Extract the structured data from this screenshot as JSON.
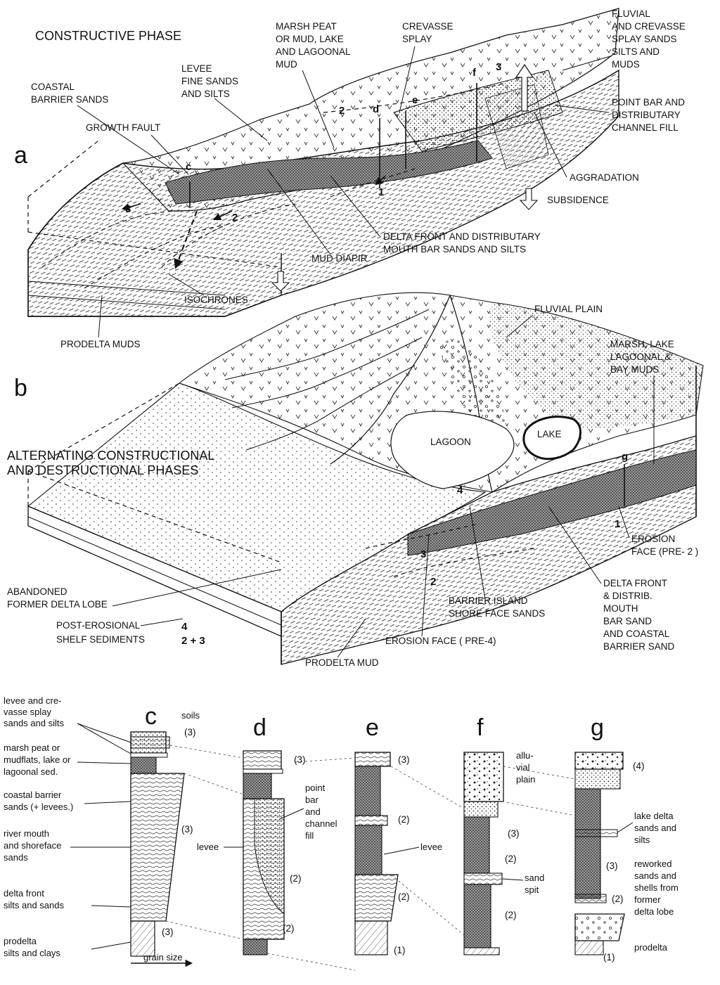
{
  "panel_a": {
    "letter": "a",
    "title": "CONSTRUCTIVE PHASE",
    "labels": {
      "marsh_peat": [
        "MARSH PEAT",
        "OR MUD, LAKE",
        "AND LAGOONAL",
        "MUD"
      ],
      "crevasse_splay": [
        "CREVASSE",
        "SPLAY"
      ],
      "fluvial": [
        "FLUVIAL",
        "AND CREVASSE",
        "SPLAY SANDS",
        "SILTS AND",
        "MUDS"
      ],
      "levee": [
        "LEVEE",
        "FINE SANDS",
        "AND SILTS"
      ],
      "coastal_barrier": [
        "COASTAL",
        "BARRIER SANDS"
      ],
      "growth_fault": "GROWTH FAULT",
      "point_bar": [
        "POINT BAR AND",
        "DISTRIBUTARY",
        "CHANNEL FILL"
      ],
      "aggradation": "AGGRADATION",
      "subsidence": "SUBSIDENCE",
      "delta_front": [
        "DELTA FRONT AND DISTRIBUTARY",
        "MOUTH BAR SANDS AND SILTS"
      ],
      "mud_diapir": "MUD DIAPIR",
      "isochrones": "ISOCHRONES",
      "prodelta": "PRODELTA MUDS"
    },
    "section_letters": [
      "c",
      "d",
      "e",
      "f"
    ],
    "numbers": [
      "1",
      "2",
      "2",
      "3",
      "3"
    ]
  },
  "panel_b": {
    "letter": "b",
    "title": [
      "ALTERNATING CONSTRUCTIONAL",
      "AND DESTRUCTIONAL PHASES"
    ],
    "labels": {
      "fluvial_plain": "FLUVIAL PLAIN",
      "marsh": [
        "MARSH, LAKE",
        "LAGOONAL &",
        "BAY MUDS"
      ],
      "lagoon": "LAGOON",
      "lake": "LAKE",
      "erosion_face_pre2": [
        "EROSION",
        "FACE (PRE- 2 )"
      ],
      "delta_front": [
        "DELTA FRONT",
        "& DISTRIB.",
        "MOUTH",
        "BAR SAND",
        "AND COASTAL",
        "BARRIER SAND"
      ],
      "abandoned": [
        "ABANDONED",
        "FORMER DELTA LOBE"
      ],
      "post_erosional": [
        "POST-EROSIONAL",
        "SHELF SEDIMENTS"
      ],
      "barrier_island": [
        "BARRIER ISLAND",
        "SHORE FACE SANDS"
      ],
      "erosion_face_pre4": "EROSION FACE ( PRE-4)",
      "prodelta": "PRODELTA MUD"
    },
    "section_letters": [
      "g"
    ],
    "numbers": [
      "1",
      "2",
      "3",
      "4",
      "4",
      "2 + 3"
    ]
  },
  "columns": {
    "c": {
      "letter": "c",
      "left_labels": [
        [
          "levee and cre-",
          "vasse splay",
          "sands and silts"
        ],
        [
          "marsh peat or",
          "mudflats, lake or",
          "lagoonal sed."
        ],
        [
          "coastal barrier",
          "sands (+ levees.)"
        ],
        [
          "river mouth",
          "and shoreface",
          "sands"
        ],
        [
          "delta front",
          "silts and sands"
        ],
        [
          "prodelta",
          "silts and clays"
        ]
      ],
      "right_labels": [
        "soils",
        "(3)",
        "(3)",
        "(3)"
      ],
      "axis": "grain size"
    },
    "d": {
      "letter": "d",
      "labels": [
        "(3)",
        "levee",
        "(2)",
        "(2)"
      ],
      "point_bar": [
        "point",
        "bar",
        "and",
        "channel",
        "fill"
      ]
    },
    "e": {
      "letter": "e",
      "labels": [
        "(3)",
        "(2)",
        "levee",
        "(2)",
        "(1)"
      ]
    },
    "f": {
      "letter": "f",
      "alluvial": [
        "allu-",
        "vial",
        "plain"
      ],
      "labels": [
        "(3)",
        "(2)",
        "(2)"
      ],
      "sand_spit": [
        "sand",
        "spit"
      ]
    },
    "g": {
      "letter": "g",
      "labels": [
        "(4)",
        "(3)",
        "(2)",
        "(1)"
      ],
      "lake_delta": [
        "lake delta",
        "sands and",
        "silts"
      ],
      "reworked": [
        "reworked",
        "sands and",
        "shells from",
        "former",
        "delta lobe"
      ],
      "prodelta": "prodelta"
    }
  }
}
